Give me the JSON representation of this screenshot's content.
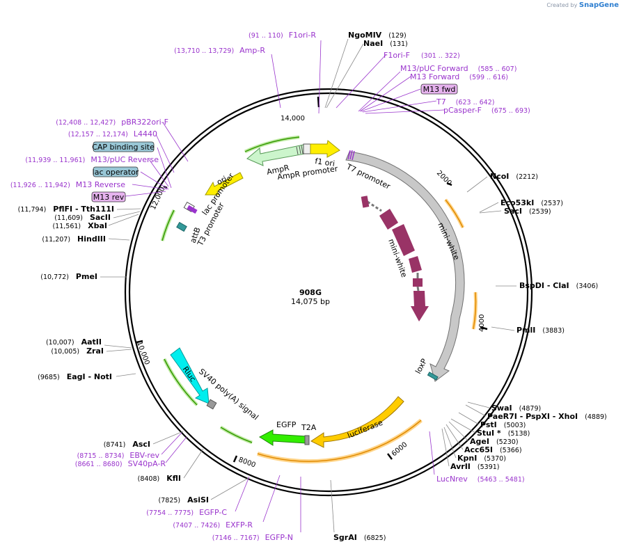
{
  "app": {
    "created_by": "Created by",
    "brand": "SnapGene"
  },
  "plasmid": {
    "name": "908G",
    "length_label": "14,075 bp",
    "length": 14075
  },
  "tick_labels": [
    {
      "bp": 2000,
      "label": "2000"
    },
    {
      "bp": 4000,
      "label": "4000"
    },
    {
      "bp": 6000,
      "label": "6000"
    },
    {
      "bp": 8000,
      "label": "8000"
    },
    {
      "bp": 10000,
      "label": "10,000"
    },
    {
      "bp": 12000,
      "label": "12,000"
    },
    {
      "bp": 14000,
      "label": "14,000"
    }
  ],
  "enzymes": [
    {
      "name": "NgoMIV",
      "pos": "(129)"
    },
    {
      "name": "NaeI",
      "pos": "(131)"
    },
    {
      "name": "NcoI",
      "pos": "(2212)"
    },
    {
      "name": "Eco53kI",
      "pos": "(2537)"
    },
    {
      "name": "SacI",
      "pos": "(2539)"
    },
    {
      "name": "BspDI - ClaI",
      "pos": "(3406)"
    },
    {
      "name": "PmlI",
      "pos": "(3883)"
    },
    {
      "name": "SwaI",
      "pos": "(4879)"
    },
    {
      "name": "PaeR7I - PspXI - XhoI",
      "pos": "(4889)"
    },
    {
      "name": "PstI",
      "pos": "(5003)"
    },
    {
      "name": "StuI *",
      "pos": "(5138)"
    },
    {
      "name": "AgeI",
      "pos": "(5230)"
    },
    {
      "name": "Acc65I",
      "pos": "(5366)"
    },
    {
      "name": "KpnI",
      "pos": "(5370)"
    },
    {
      "name": "AvrII",
      "pos": "(5391)"
    },
    {
      "name": "SgrAI",
      "pos": "(6825)"
    },
    {
      "name": "AsiSI",
      "pos": "(7825)"
    },
    {
      "name": "KflI",
      "pos": "(8408)"
    },
    {
      "name": "AscI",
      "pos": "(8741)"
    },
    {
      "name": "EagI - NotI",
      "pos": "(9685)"
    },
    {
      "name": "AatII",
      "pos": "(10,007)"
    },
    {
      "name": "ZraI",
      "pos": "(10,005)"
    },
    {
      "name": "PmeI",
      "pos": "(10,772)"
    },
    {
      "name": "HindIII",
      "pos": "(11,207)"
    },
    {
      "name": "XbaI",
      "pos": "(11,561)"
    },
    {
      "name": "SacII",
      "pos": "(11,609)"
    },
    {
      "name": "PflFI - Tth111I",
      "pos": "(11,794)"
    }
  ],
  "primers": [
    {
      "name": "F1ori-R",
      "pos": "(91 .. 110)"
    },
    {
      "name": "Amp-R",
      "pos": "(13,710 .. 13,729)"
    },
    {
      "name": "F1ori-F",
      "pos": "(301 .. 322)"
    },
    {
      "name": "M13/pUC Forward",
      "pos": "(585 .. 607)"
    },
    {
      "name": "M13 Forward",
      "pos": "(599 .. 616)"
    },
    {
      "name": "T7",
      "pos": "(623 .. 642)"
    },
    {
      "name": "pCasper-F",
      "pos": "(675 .. 693)"
    },
    {
      "name": "LucNrev",
      "pos": "(5463 .. 5481)"
    },
    {
      "name": "EGFP-N",
      "pos": "(7146 .. 7167)"
    },
    {
      "name": "EXFP-R",
      "pos": "(7407 .. 7426)"
    },
    {
      "name": "EGFP-C",
      "pos": "(7754 .. 7775)"
    },
    {
      "name": "SV40pA-R",
      "pos": "(8661 .. 8680)"
    },
    {
      "name": "EBV-rev",
      "pos": "(8715 .. 8734)"
    },
    {
      "name": "pBR322ori-F",
      "pos": "(12,408 .. 12,427)"
    },
    {
      "name": "L4440",
      "pos": "(12,157 .. 12,174)"
    },
    {
      "name": "M13/pUC Reverse",
      "pos": "(11,939 .. 11,961)"
    },
    {
      "name": "M13 Reverse",
      "pos": "(11,926 .. 11,942)"
    }
  ],
  "boxed_labels": [
    {
      "name": "M13 fwd",
      "color": "#e6b3ee"
    },
    {
      "name": "CAP binding site",
      "color": "#99c7d6"
    },
    {
      "name": "lac operator",
      "color": "#99c7d6"
    },
    {
      "name": "M13 rev",
      "color": "#e6b3ee"
    }
  ],
  "features": {
    "ampr": "AmpR",
    "ampr_promoter": "AmpR promoter",
    "f1_ori": "f1 ori",
    "ori": "ori",
    "lac_promoter": "lac promoter",
    "t7_promoter": "T7 promoter",
    "t3_promoter": "T3 promoter",
    "attb": "attB",
    "mini_white_outer": "mini-white",
    "mini_white_inner": "mini-white",
    "loxp": "loxP",
    "luciferase": "luciferase",
    "egfp": "EGFP",
    "t2a": "T2A",
    "rluc": "Rluc",
    "sv40": "SV40 poly(A) signal"
  },
  "colors": {
    "backbone": "#000000",
    "primer": "#9933cc",
    "ampr": "#ccf5cc",
    "f1_ori": "#ffee00",
    "ori": "#ffee00",
    "mini_white": "#bdbdbd",
    "mini_white_exon": "#993366",
    "luciferase": "#ffcc00",
    "egfp": "#33ee00",
    "rluc": "#00eeee",
    "loxp": "#339999",
    "arc_orange": "#e08a00",
    "arc_green": "#339900"
  }
}
